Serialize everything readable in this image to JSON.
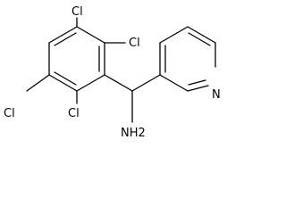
{
  "molecule": {
    "atoms": {
      "cl_top": "Cl",
      "cl_upper_right": "Cl",
      "cl_left": "Cl",
      "cl_bottom": "Cl",
      "nitrogen": "N",
      "amine": "NH2"
    }
  }
}
